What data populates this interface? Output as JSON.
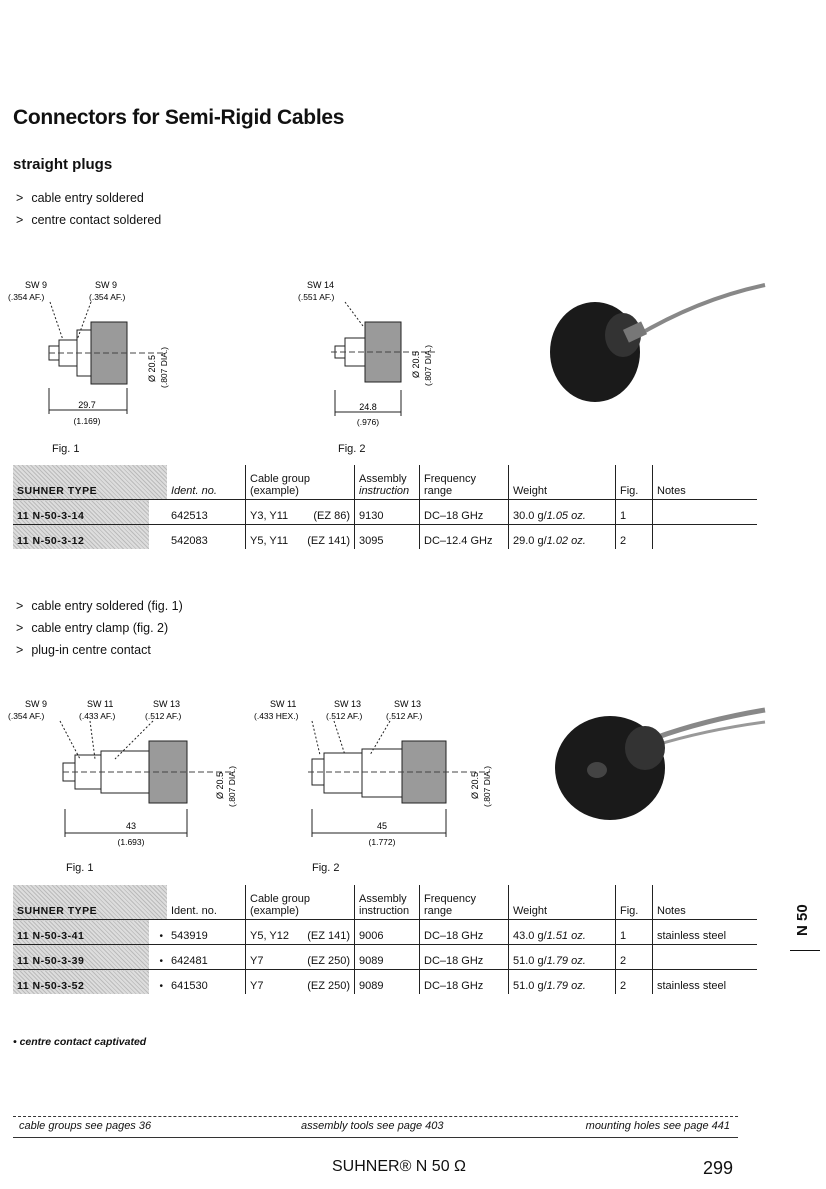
{
  "title": "Connectors for Semi-Rigid Cables",
  "subtitle": "straight plugs",
  "section1": {
    "bullets": [
      "cable entry soldered",
      "centre contact soldered"
    ],
    "fig1": {
      "label": "Fig. 1",
      "sw_left": "SW 9",
      "sw_left_af": "(.354 AF.)",
      "sw_right": "SW 9",
      "sw_right_af": "(.354 AF.)",
      "dia": "Ø 20.5",
      "dia_in": "(.807 DIA.)",
      "len": "29.7",
      "len_in": "(1.169)"
    },
    "fig2": {
      "label": "Fig. 2",
      "sw": "SW 14",
      "sw_af": "(.551 AF.)",
      "dia": "Ø 20.5",
      "dia_in": "(.807 DIA.)",
      "len": "24.8",
      "len_in": "(.976)"
    },
    "table": {
      "headers": {
        "type": "SUHNER TYPE",
        "ident": "Ident. no.",
        "cable_group": [
          "Cable group",
          "(example)"
        ],
        "assembly": [
          "Assembly",
          "instruction"
        ],
        "frequency": [
          "Frequency",
          "range"
        ],
        "weight": "Weight",
        "fig": "Fig.",
        "notes": "Notes"
      },
      "rows": [
        {
          "type": "11 N-50-3-14",
          "mark": "",
          "ident": "642513",
          "cable": "Y3, Y11",
          "ez": "(EZ 86)",
          "assembly": "9130",
          "freq": "DC–18 GHz",
          "weight_g": "30.0 g/",
          "weight_oz": "1.05 oz.",
          "fig": "1",
          "notes": ""
        },
        {
          "type": "11 N-50-3-12",
          "mark": "",
          "ident": "542083",
          "cable": "Y5, Y11",
          "ez": "(EZ 141)",
          "assembly": "3095",
          "freq": "DC–12.4 GHz",
          "weight_g": "29.0 g/",
          "weight_oz": "1.02 oz.",
          "fig": "2",
          "notes": ""
        }
      ]
    }
  },
  "section2": {
    "bullets": [
      "cable entry soldered (fig. 1)",
      "cable entry clamp (fig. 2)",
      "plug-in centre contact"
    ],
    "fig1": {
      "label": "Fig. 1",
      "sw_a": "SW 9",
      "sw_a_af": "(.354 AF.)",
      "sw_b": "SW 11",
      "sw_b_af": "(.433 AF.)",
      "sw_c": "SW 13",
      "sw_c_af": "(.512 AF.)",
      "dia": "Ø 20.5",
      "dia_in": "(.807 DIA.)",
      "len": "43",
      "len_in": "(1.693)"
    },
    "fig2": {
      "label": "Fig. 2",
      "sw_a": "SW 11",
      "sw_a_af": "(.433 HEX.)",
      "sw_b": "SW 13",
      "sw_b_af": "(.512 AF.)",
      "sw_c": "SW 13",
      "sw_c_af": "(.512 AF.)",
      "dia": "Ø 20.5",
      "dia_in": "(.807 DIA.)",
      "len": "45",
      "len_in": "(1.772)"
    },
    "table": {
      "headers": {
        "type": "SUHNER TYPE",
        "ident": "Ident. no.",
        "cable_group": [
          "Cable group",
          "(example)"
        ],
        "assembly": [
          "Assembly",
          "instruction"
        ],
        "frequency": [
          "Frequency",
          "range"
        ],
        "weight": "Weight",
        "fig": "Fig.",
        "notes": "Notes"
      },
      "rows": [
        {
          "type": "11 N-50-3-41",
          "mark": "•",
          "ident": "543919",
          "cable": "Y5, Y12",
          "ez": "(EZ 141)",
          "assembly": "9006",
          "freq": "DC–18 GHz",
          "weight_g": "43.0 g/",
          "weight_oz": "1.51 oz.",
          "fig": "1",
          "notes": "stainless steel"
        },
        {
          "type": "11 N-50-3-39",
          "mark": "•",
          "ident": "642481",
          "cable": "Y7",
          "ez": "(EZ 250)",
          "assembly": "9089",
          "freq": "DC–18 GHz",
          "weight_g": "51.0 g/",
          "weight_oz": "1.79 oz.",
          "fig": "2",
          "notes": ""
        },
        {
          "type": "11 N-50-3-52",
          "mark": "•",
          "ident": "641530",
          "cable": "Y7",
          "ez": "(EZ 250)",
          "assembly": "9089",
          "freq": "DC–18 GHz",
          "weight_g": "51.0 g/",
          "weight_oz": "1.79 oz.",
          "fig": "2",
          "notes": "stainless steel"
        }
      ]
    }
  },
  "footnote": "• centre contact captivated",
  "refs": {
    "cable_groups": "cable groups see pages 36",
    "assembly_tools": "assembly tools see page 403",
    "mounting_holes": "mounting holes see page 441"
  },
  "footer": {
    "brand": "SUHNER® N 50 Ω",
    "page": "299"
  },
  "side_tab": "N 50"
}
